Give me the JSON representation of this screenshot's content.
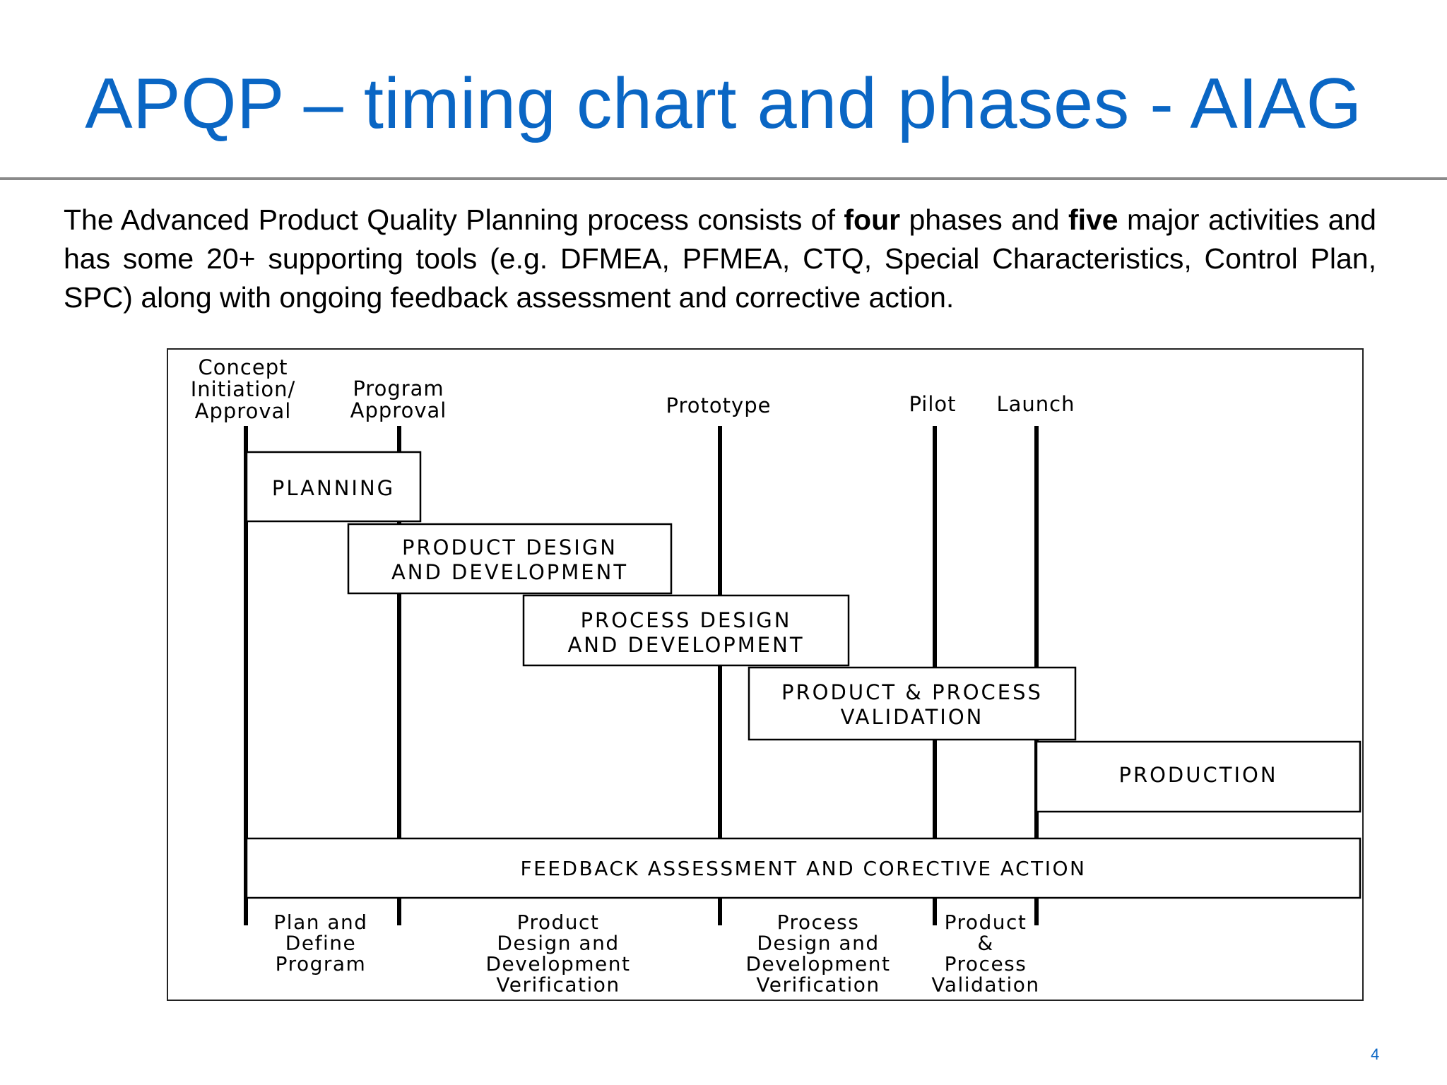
{
  "slide": {
    "title": "APQP – timing chart and phases - AIAG",
    "page_number": "4",
    "title_color": "#0a66c4"
  },
  "intro": {
    "part1": "The Advanced Product Quality Planning process consists of ",
    "bold1": "four",
    "part2": " phases and ",
    "bold2": "five",
    "part3": " major activities and has some 20+ supporting tools (e.g. DFMEA, PFMEA, CTQ, Special Characteristics, Control Plan, SPC) along with ongoing feedback assessment and corrective action."
  },
  "diagram": {
    "milestones": [
      {
        "id": "concept",
        "label": [
          "Concept",
          "Initiation/",
          "Approval"
        ]
      },
      {
        "id": "program",
        "label": [
          "Program",
          "Approval"
        ]
      },
      {
        "id": "prototype",
        "label": [
          "Prototype"
        ]
      },
      {
        "id": "pilot",
        "label": [
          "Pilot"
        ]
      },
      {
        "id": "launch",
        "label": [
          "Launch"
        ]
      }
    ],
    "phases": [
      {
        "id": "planning",
        "label": [
          "PLANNING"
        ]
      },
      {
        "id": "product-design",
        "label": [
          "PRODUCT DESIGN",
          "AND DEVELOPMENT"
        ]
      },
      {
        "id": "process-design",
        "label": [
          "PROCESS DESIGN",
          "AND DEVELOPMENT"
        ]
      },
      {
        "id": "validation",
        "label": [
          "PRODUCT & PROCESS",
          "VALIDATION"
        ]
      },
      {
        "id": "production",
        "label": [
          "PRODUCTION"
        ]
      }
    ],
    "feedback": {
      "label": "FEEDBACK ASSESSMENT AND CORECTIVE ACTION"
    },
    "outputs": [
      {
        "id": "plan-define",
        "label": [
          "Plan and",
          "Define",
          "Program"
        ]
      },
      {
        "id": "product-design-verification",
        "label": [
          "Product",
          "Design and",
          "Development",
          "Verification"
        ]
      },
      {
        "id": "process-design-verification",
        "label": [
          "Process",
          "Design and",
          "Development",
          "Verification"
        ]
      },
      {
        "id": "product-process-validation",
        "label": [
          "Product",
          "&",
          "Process",
          "Validation"
        ]
      }
    ]
  }
}
